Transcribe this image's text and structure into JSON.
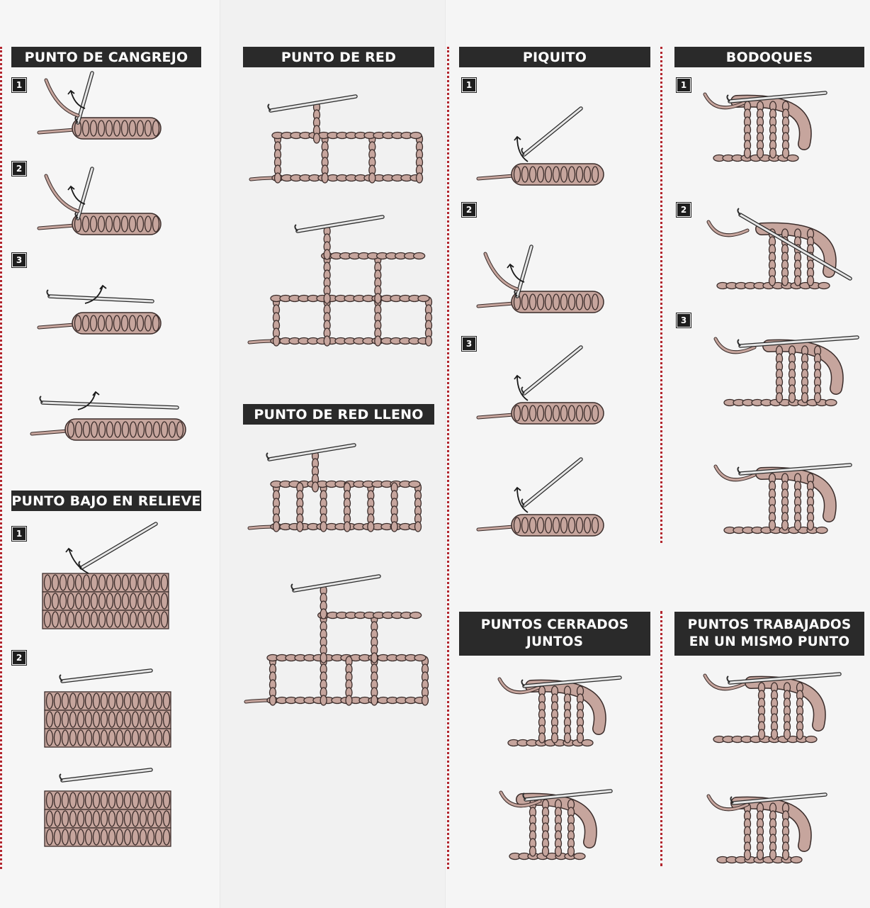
{
  "sections": {
    "cangrejo": {
      "title": "PUNTO DE CANGREJO",
      "steps": [
        "1",
        "2",
        "3"
      ]
    },
    "relieve": {
      "title": "PUNTO BAJO EN RELIEVE",
      "steps": [
        "1",
        "2"
      ]
    },
    "red": {
      "title": "PUNTO DE RED"
    },
    "red_lleno": {
      "title": "PUNTO DE RED LLENO"
    },
    "piquito": {
      "title": "PIQUITO",
      "steps": [
        "1",
        "2",
        "3"
      ]
    },
    "bodoques": {
      "title": "BODOQUES",
      "steps": [
        "1",
        "2",
        "3"
      ]
    },
    "cerrados": {
      "title_line1": "PUNTOS CERRADOS",
      "title_line2": "JUNTOS"
    },
    "mismo_punto": {
      "title_line1": "PUNTOS TRABAJADOS",
      "title_line2": "EN UN MISMO PUNTO"
    }
  },
  "colors": {
    "yarn": "#c6a59d",
    "yarn_outline": "#3a2c2a",
    "title_bg": "#2a2a2a",
    "divider_dots": "#b3262e",
    "hook": "#e6e6e6"
  }
}
